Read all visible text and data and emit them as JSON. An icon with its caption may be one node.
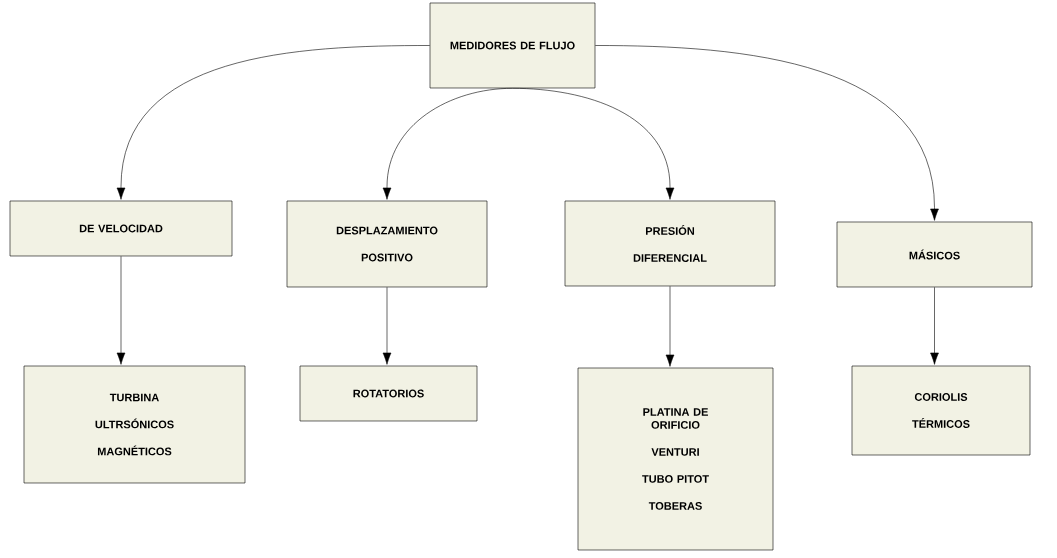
{
  "diagram": {
    "nodes": [
      {
        "text": [
          "MEDIDORES DE FLUJO"
        ]
      },
      {
        "text": [
          "DE VELOCIDAD"
        ]
      },
      {
        "text": [
          "DESPLAZAMIENTO",
          "POSITIVO"
        ]
      },
      {
        "text": [
          "PRESIÓN",
          "DIFERENCIAL"
        ]
      },
      {
        "text": [
          "MÁSICOS"
        ]
      },
      {
        "text": [
          "TURBINA",
          "ULTRSÓNICOS",
          "MAGNÉTICOS"
        ]
      },
      {
        "text": [
          "ROTATORIOS"
        ]
      },
      {
        "text": [
          "PLATINA DE ORIFICIO",
          "VENTURI",
          "TUBO PITOT",
          "TOBERAS"
        ]
      },
      {
        "text": [
          "CORIOLIS",
          "TÉRMICOS"
        ]
      }
    ],
    "edges": [
      {
        "from": 0,
        "to": 1,
        "arrow": "to"
      },
      {
        "from": 0,
        "to": 2,
        "arrow": "to"
      },
      {
        "from": 0,
        "to": 3,
        "arrow": "to"
      },
      {
        "from": 0,
        "to": 4,
        "arrow": "to"
      },
      {
        "from": 1,
        "to": 5,
        "arrow": "to"
      },
      {
        "from": 2,
        "to": 6,
        "arrow": "to"
      },
      {
        "from": 3,
        "to": 7,
        "arrow": "to"
      },
      {
        "from": 4,
        "to": 8,
        "arrow": "to"
      }
    ]
  }
}
